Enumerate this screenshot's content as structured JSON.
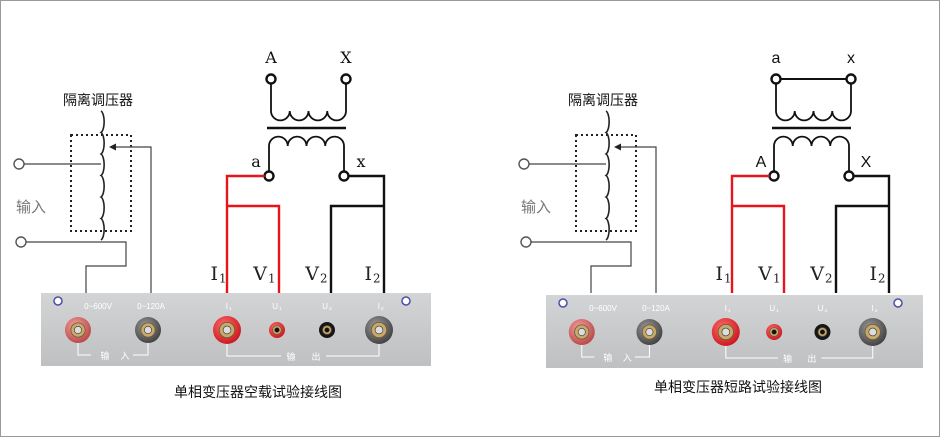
{
  "colors": {
    "red_wire": "#e8141c",
    "black_wire": "#111111",
    "panel": "#c9cacc",
    "input_gray": "#777777"
  },
  "diagrams": [
    {
      "caption": "单相变压器空载试验接线图",
      "regulator_label": "隔离调压器",
      "input_label": "输入",
      "top_left": "A",
      "top_right": "X",
      "bottom_left": "a",
      "bottom_right": "x",
      "top_shorted": false,
      "meters": [
        {
          "main": "I",
          "sub": "1"
        },
        {
          "main": "V",
          "sub": "1"
        },
        {
          "main": "V",
          "sub": "2"
        },
        {
          "main": "I",
          "sub": "2"
        }
      ],
      "panel": {
        "range_v": "0~600V",
        "range_a": "0~120A",
        "terminals": [
          {
            "main": "I",
            "sub": "1"
          },
          {
            "main": "U",
            "sub": "1"
          },
          {
            "main": "U",
            "sub": "2"
          },
          {
            "main": "I",
            "sub": "2"
          }
        ],
        "input_group": [
          "输",
          "入"
        ],
        "output_group": [
          "输",
          "出"
        ]
      }
    },
    {
      "caption": "单相变压器短路试验接线图",
      "regulator_label": "隔离调压器",
      "input_label": "输入",
      "top_left": "a",
      "top_right": "x",
      "bottom_left": "A",
      "bottom_right": "X",
      "top_shorted": true,
      "meters": [
        {
          "main": "I",
          "sub": "1"
        },
        {
          "main": "V",
          "sub": "1"
        },
        {
          "main": "V",
          "sub": "2"
        },
        {
          "main": "I",
          "sub": "2"
        }
      ],
      "panel": {
        "range_v": "0~600V",
        "range_a": "0~120A",
        "terminals": [
          {
            "main": "I",
            "sub": "1"
          },
          {
            "main": "U",
            "sub": "1"
          },
          {
            "main": "U",
            "sub": "2"
          },
          {
            "main": "I",
            "sub": "2"
          }
        ],
        "input_group": [
          "输",
          "入"
        ],
        "output_group": [
          "输",
          "出"
        ]
      }
    }
  ]
}
